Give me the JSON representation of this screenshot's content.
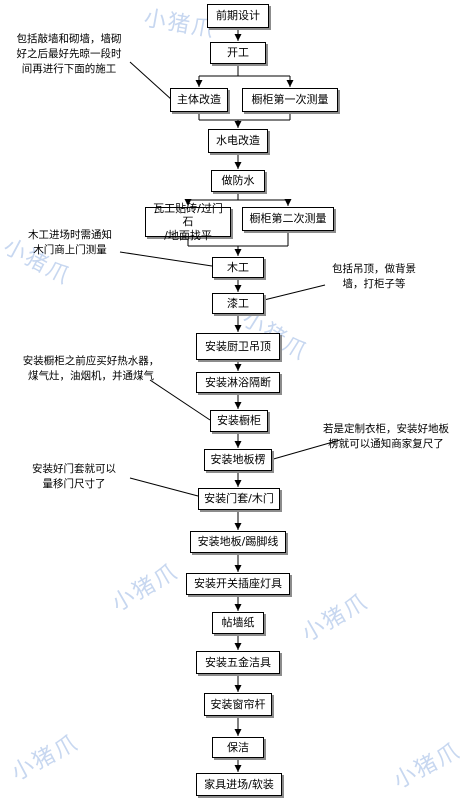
{
  "steps": {
    "design": "前期设计",
    "start": "开工",
    "main_mod": "主体改造",
    "cabinet_measure_1": "橱柜第一次测量",
    "plumbing_electric": "水电改造",
    "waterproof": "做防水",
    "tiling": "瓦工贴砖/过门石\n/地面找平",
    "cabinet_measure_2": "橱柜第二次测量",
    "carpentry": "木工",
    "painting": "漆工",
    "kitchen_ceiling": "安装厨卫吊顶",
    "shower_partition": "安装淋浴隔断",
    "cabinet_install": "安装橱柜",
    "floor_keel": "安装地板楞",
    "door_frame": "安装门套/木门",
    "floor_baseboard": "安装地板/踢脚线",
    "switch_lighting": "安装开关插座灯具",
    "wallpaper": "帖墙纸",
    "hardware": "安装五金洁具",
    "curtain_rod": "安装窗帘杆",
    "cleaning": "保洁",
    "furniture": "家具进场/软装"
  },
  "notes": {
    "wall_demolition": "包括敲墙和砌墙，墙砌\n好之后最好先晾一段时\n间再进行下面的施工",
    "wood_door_notice": "木工进场时需通知\n木门商上门测量",
    "paint_scope": "包括吊顶，做背景\n墙，打柜子等",
    "before_cabinet": "安装橱柜之前应买好热水器，\n煤气灶，油烟机，并通煤气",
    "custom_wardrobe": "若是定制衣柜，安装好地板\n楞就可以通知商家复尺了",
    "door_frame_tip": "安装好门套就可以\n量移门尺寸了"
  },
  "watermark": "小猪爪"
}
